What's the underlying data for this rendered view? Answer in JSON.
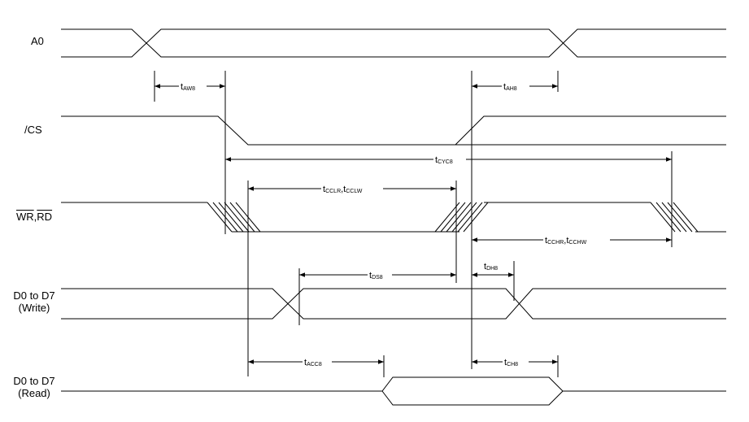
{
  "signals": {
    "a0": "A0",
    "cs": "/CS",
    "wr": "WR",
    "comma": ",",
    "rd": "RD",
    "d_write_line1": "D0 to D7",
    "d_write_line2": "(Write)",
    "d_read_line1": "D0 to D7",
    "d_read_line2": "(Read)"
  },
  "timings": {
    "t_awb": {
      "main": "t",
      "sub": "AW8"
    },
    "t_ahb": {
      "main": "t",
      "sub": "AH8"
    },
    "t_cycs": {
      "main": "t",
      "sub": "CYC8"
    },
    "t_cclr_cclw": {
      "main": "t",
      "sub": "CCLR",
      "sep": ",t",
      "sub2": "CCLW"
    },
    "t_cchr_cchw": {
      "main": "t",
      "sub": "CCHR",
      "sep": ",t",
      "sub2": "CCHW"
    },
    "t_dsb": {
      "main": "t",
      "sub": "DS8"
    },
    "t_dhb": {
      "main": "t",
      "sub": "DH8"
    },
    "t_accb": {
      "main": "t",
      "sub": "ACC8"
    },
    "t_chb": {
      "main": "t",
      "sub": "CH8"
    }
  }
}
